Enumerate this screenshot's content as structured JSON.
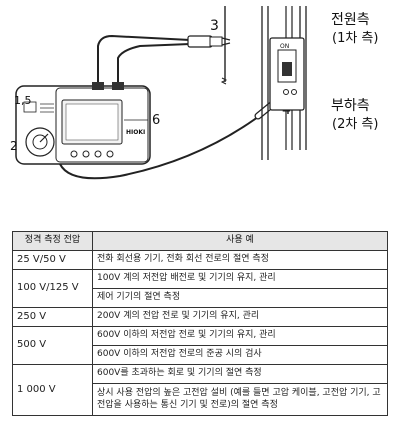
{
  "diagram": {
    "labels": {
      "source_side": "전원측",
      "source_side_sub": "(1차 측)",
      "load_side": "부하측",
      "load_side_sub": "(2차 측)",
      "callout_3": "3",
      "callout_4": "4",
      "callout_6": "6",
      "callout_1_5": "1,5",
      "callout_2": "2",
      "brand": "HIOKI",
      "panel_label": "ON"
    }
  },
  "table": {
    "headers": [
      "정격 측정 전압",
      "사용 예"
    ],
    "rows": [
      {
        "voltage": "25 V/50 V",
        "uses": [
          "전화 회선용 기기, 전화 회선 전로의 절연 측정"
        ]
      },
      {
        "voltage": "100 V/125 V",
        "uses": [
          "100V 계의 저전압 배전로 및 기기의 유지, 관리",
          "제어 기기의 절연 측정"
        ]
      },
      {
        "voltage": "250 V",
        "uses": [
          "200V 계의 전압 전로 및 기기의 유지, 관리"
        ]
      },
      {
        "voltage": "500 V",
        "uses": [
          "600V 이하의 저전압 전로 및 기기의 유지, 관리",
          "600V 이하의 저전압 전로의 준공 시의 검사"
        ]
      },
      {
        "voltage": "1 000 V",
        "uses": [
          "600V를 초과하는 회로 및 기기의 절연 측정",
          "상시 사용 전압의 높은 고전압 설비 (예를 들면 고압 케이블, 고전압 기기, 고전압을 사용하는 통신 기기 및 전로)의 절연 측정"
        ]
      }
    ]
  }
}
